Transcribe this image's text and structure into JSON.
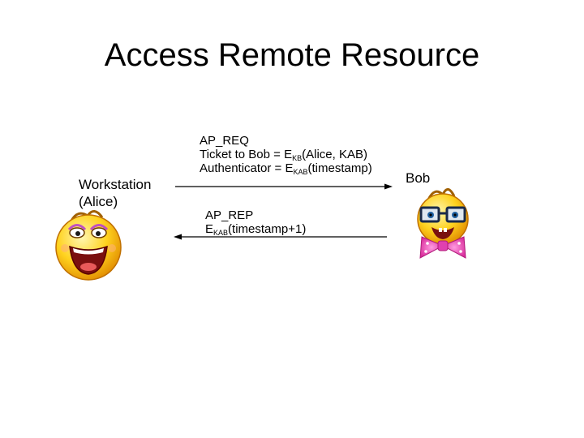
{
  "title": "Access Remote Resource",
  "alice": {
    "label_line1": "Workstation",
    "label_line2": "(Alice)"
  },
  "bob": {
    "label": "Bob"
  },
  "ap_req": {
    "line1": "AP_REQ",
    "line2_prefix": "Ticket to Bob = E",
    "line2_sub": "KB",
    "line2_suffix": "(Alice, KAB)",
    "line3_prefix": "Authenticator = E",
    "line3_sub": "KAB",
    "line3_suffix": "(timestamp)"
  },
  "ap_rep": {
    "line1": "AP_REP",
    "line2_prefix": "E",
    "line2_sub": "KAB",
    "line2_suffix": "(timestamp+1)"
  },
  "icons": {
    "alice": "alice-smiley-icon",
    "bob": "bob-nerd-smiley-icon"
  }
}
